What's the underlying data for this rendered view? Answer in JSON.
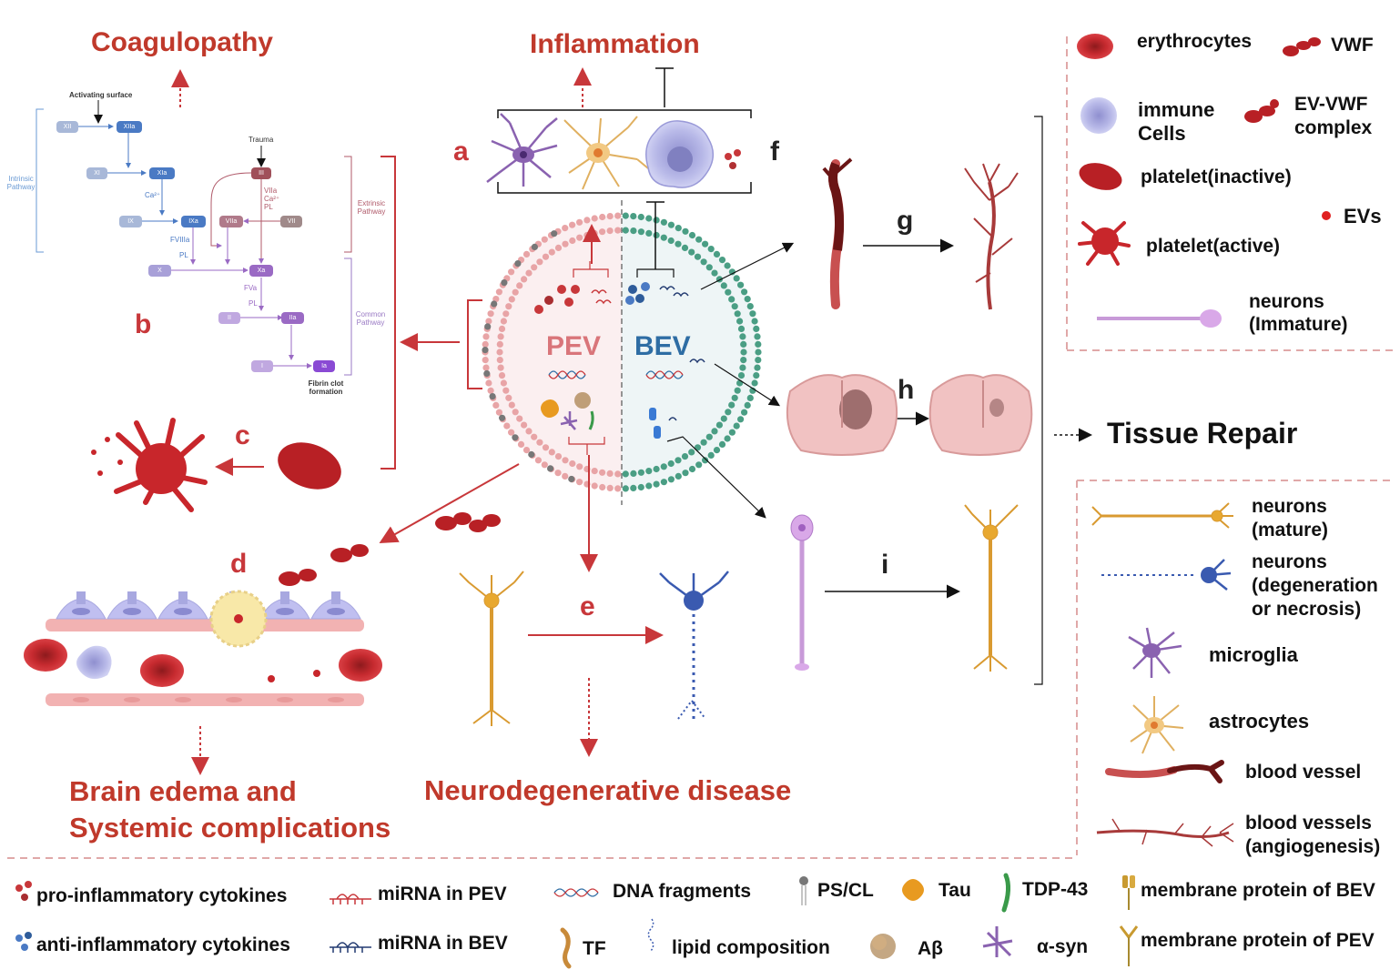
{
  "titles": {
    "coagulopathy": "Coagulopathy",
    "inflammation": "Inflammation",
    "brain_edema_1": "Brain edema and",
    "brain_edema_2": "Systemic complications",
    "neurodegenerative": "Neurodegenerative disease",
    "tissue_repair": "Tissue Repair",
    "pev": "PEV",
    "bev": "BEV"
  },
  "letters": {
    "a": "a",
    "b": "b",
    "c": "c",
    "d": "d",
    "e": "e",
    "f": "f",
    "g": "g",
    "h": "h",
    "i": "i"
  },
  "cascade": {
    "activating_surface": "Activating surface",
    "trauma": "Trauma",
    "intrinsic": "Intrinsic Pathway",
    "extrinsic": "Extrinsic Pathway",
    "common": "Common Pathway",
    "fibrin": "Fibrin clot formation",
    "xii": "XII",
    "xiia": "XIIa",
    "xi": "XI",
    "xia": "XIa",
    "ix": "IX",
    "ixa": "IXa",
    "x": "X",
    "xa": "Xa",
    "ii": "II",
    "iia": "IIa",
    "i": "I",
    "ia": "Ia",
    "iii": "III",
    "viia": "VIIa",
    "vii": "VII",
    "ca": "Ca²⁺",
    "fviiia": "FVIIIa",
    "fva": "FVa",
    "pl": "PL",
    "viia_ca_pl": "VIIa Ca²⁺ PL"
  },
  "legend_right_top": {
    "erythrocytes": "erythrocytes",
    "vwf": "VWF",
    "immune_1": "immune",
    "immune_2": "Cells",
    "ev_vwf_1": "EV-VWF",
    "ev_vwf_2": "complex",
    "platelet_inactive": "platelet(inactive)",
    "evs": "EVs",
    "platelet_active": "platelet(active)",
    "neurons_imm_1": "neurons",
    "neurons_imm_2": "(Immature)"
  },
  "legend_right_bottom": {
    "neurons_mature_1": "neurons",
    "neurons_mature_2": "(mature)",
    "neurons_deg_1": "neurons",
    "neurons_deg_2": "(degeneration",
    "neurons_deg_3": "or necrosis)",
    "microglia": "microglia",
    "astrocytes": "astrocytes",
    "blood_vessel": "blood vessel",
    "blood_vessels_1": "blood vessels",
    "blood_vessels_2": "(angiogenesis)"
  },
  "legend_bottom": {
    "pro": "pro-inflammatory cytokines",
    "anti": "anti-inflammatory cytokines",
    "mirna_pev": "miRNA in PEV",
    "mirna_bev": "miRNA in BEV",
    "dna": "DNA fragments",
    "tf": "TF",
    "lipid": "lipid composition",
    "pscl": "PS/CL",
    "tau": "Tau",
    "abeta": "Aβ",
    "tdp": "TDP-43",
    "asyn": "α-syn",
    "mem_bev": "membrane protein of BEV",
    "mem_pev": "membrane protein of PEV"
  },
  "colors": {
    "red_title": "#c0392b",
    "pev": "#d9757a",
    "bev": "#2e6da4",
    "membrane_pev": "#e8a4a6",
    "membrane_bev": "#4a9e84"
  }
}
